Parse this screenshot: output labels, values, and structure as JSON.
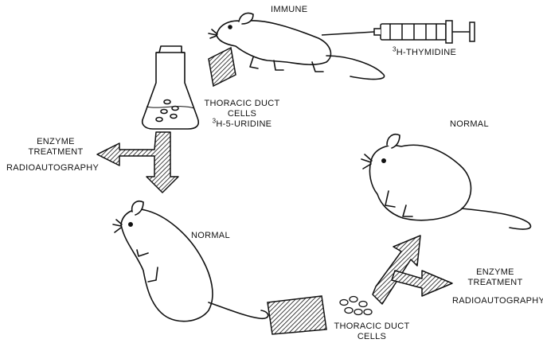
{
  "labels": {
    "immune": "IMMUNE",
    "thymidine_sup": "3",
    "thymidine": "H-THYMIDINE",
    "thoracic_top_1": "THORACIC DUCT",
    "thoracic_top_2": "CELLS",
    "uridine_sup": "3",
    "uridine": "H-5-URIDINE",
    "enzyme_left_1": "ENZYME",
    "enzyme_left_2": "TREATMENT",
    "radio_left": "RADIOAUTOGRAPHY",
    "normal_right": "NORMAL",
    "normal_left": "NORMAL",
    "enzyme_right_1": "ENZYME",
    "enzyme_right_2": "TREATMENT",
    "radio_right": "RADIOAUTOGRAPHY",
    "thoracic_bottom_1": "THORACIC DUCT",
    "thoracic_bottom_2": "CELLS"
  }
}
